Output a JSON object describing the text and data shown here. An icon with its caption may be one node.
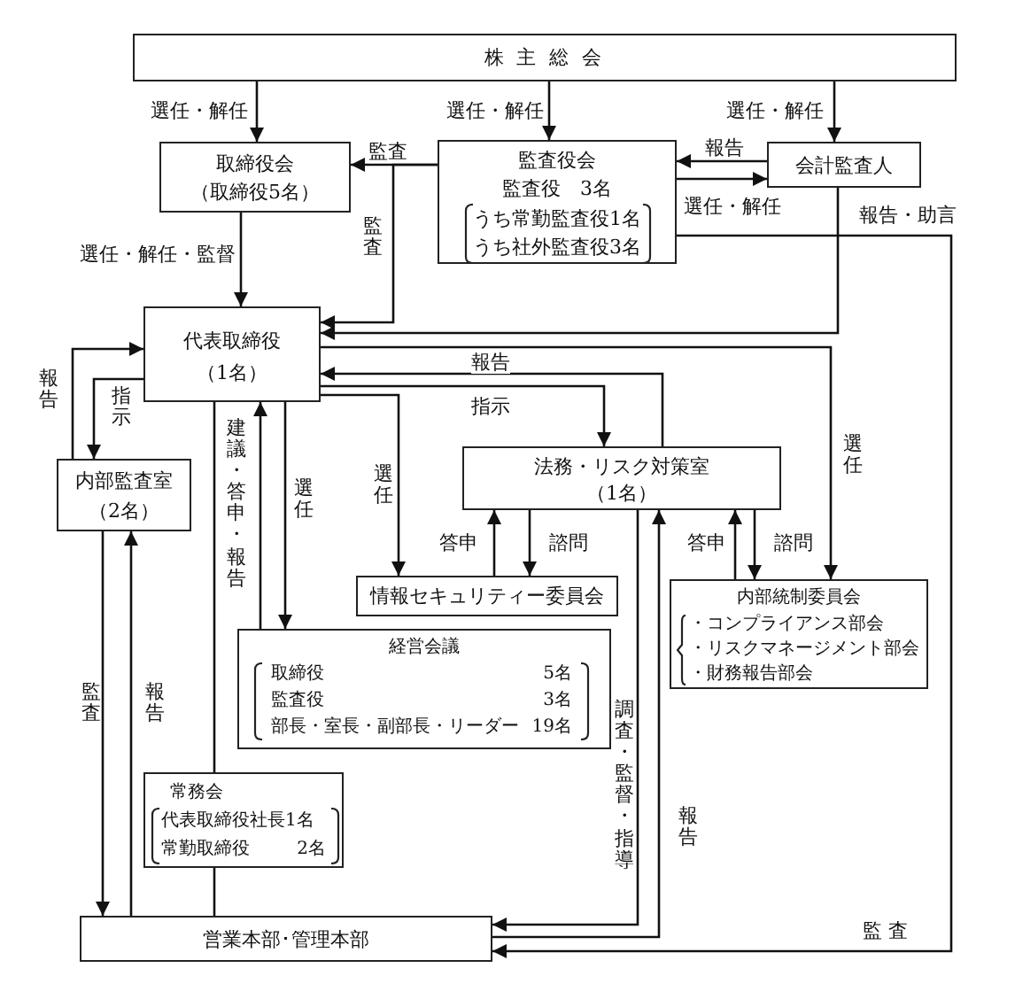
{
  "diagram": {
    "nodes": [
      {
        "text": [
          "株 主 総 会"
        ]
      },
      {
        "text": [
          "取締役会",
          "（取締役5名）"
        ]
      },
      {
        "text": [
          "監査役会",
          "監査役　3名",
          "うち常勤監査役1名",
          "うち社外監査役3名"
        ]
      },
      {
        "text": [
          "会計監査人"
        ]
      },
      {
        "text": [
          "代表取締役",
          "（1名）"
        ]
      },
      {
        "text": [
          "内部監査室",
          "（2名）"
        ]
      },
      {
        "text": [
          "法務・リスク対策室",
          "（1名）"
        ]
      },
      {
        "text": [
          "情報セキュリティー委員会"
        ]
      },
      {
        "text": [
          "内部統制委員会",
          "・コンプライアンス部会",
          "・リスクマネージメント部会",
          "・財務報告部会"
        ]
      },
      {
        "text": [
          "経営会議",
          "取締役",
          "5名",
          "監査役",
          "3名",
          "部長・室長・副部長・リーダー",
          "19名"
        ]
      },
      {
        "text": [
          "常務会",
          "代表取締役社長1名",
          "常勤取締役",
          "2名"
        ]
      },
      {
        "text": [
          "営業本部･管理本部"
        ]
      }
    ],
    "edges": [
      {
        "from": 0,
        "to": 1,
        "arrow": "to",
        "label": "選任・解任"
      },
      {
        "from": 0,
        "to": 2,
        "arrow": "to",
        "label": "選任・解任"
      },
      {
        "from": 0,
        "to": 3,
        "arrow": "to",
        "label": "選任・解任"
      },
      {
        "from": 2,
        "to": 1,
        "arrow": "to",
        "label": "監査"
      },
      {
        "from": 2,
        "to": 4,
        "arrow": "to",
        "label": "監査"
      },
      {
        "from": 3,
        "to": 2,
        "arrow": "to",
        "label": "報告"
      },
      {
        "from": 2,
        "to": 3,
        "arrow": "to",
        "label": "選任・解任"
      },
      {
        "from": 3,
        "to": 4,
        "arrow": "to",
        "label": "報告・助言"
      },
      {
        "from": 2,
        "to": 11,
        "arrow": "to",
        "label": "監 査"
      },
      {
        "from": 1,
        "to": 4,
        "arrow": "to",
        "label": "選任・解任・監督"
      },
      {
        "from": 4,
        "to": 5,
        "arrow": "to",
        "label": "指示"
      },
      {
        "from": 5,
        "to": 4,
        "arrow": "to",
        "label": "報告"
      },
      {
        "from": 9,
        "to": 4,
        "arrow": "to",
        "label": "建議・答申・報告"
      },
      {
        "from": 4,
        "to": 9,
        "arrow": "to",
        "label": "選任"
      },
      {
        "from": 4,
        "to": 7,
        "arrow": "to",
        "label": "選任"
      },
      {
        "from": 4,
        "to": 10,
        "arrow": "none"
      },
      {
        "from": 10,
        "to": 11,
        "arrow": "none"
      },
      {
        "from": 6,
        "to": 4,
        "arrow": "to",
        "label": "報告"
      },
      {
        "from": 4,
        "to": 6,
        "arrow": "to",
        "label": "指示"
      },
      {
        "from": 4,
        "to": 8,
        "arrow": "to",
        "label": "選任"
      },
      {
        "from": 7,
        "to": 6,
        "arrow": "to",
        "label": "答申"
      },
      {
        "from": 6,
        "to": 7,
        "arrow": "to",
        "label": "諮問"
      },
      {
        "from": 8,
        "to": 6,
        "arrow": "to",
        "label": "答申"
      },
      {
        "from": 6,
        "to": 8,
        "arrow": "to",
        "label": "諮問"
      },
      {
        "from": 6,
        "to": 11,
        "arrow": "to",
        "label": "調査・監督・指導"
      },
      {
        "from": 11,
        "to": 6,
        "arrow": "to",
        "label": "報告"
      },
      {
        "from": 5,
        "to": 11,
        "arrow": "to",
        "label": "監査"
      },
      {
        "from": 11,
        "to": 5,
        "arrow": "to",
        "label": "報告"
      }
    ]
  }
}
